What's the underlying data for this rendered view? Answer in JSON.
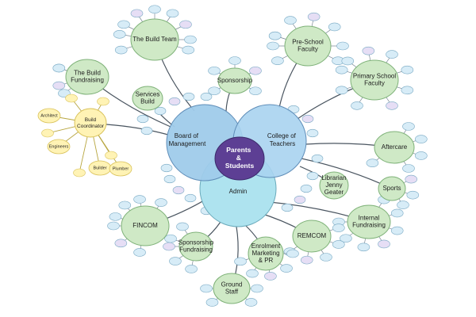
{
  "diagram": {
    "title": "",
    "center": {
      "label": "Parents & Students",
      "lines": [
        "Parents",
        "&",
        "Students"
      ]
    },
    "core": {
      "board": {
        "lines": [
          "Board of",
          "Management"
        ]
      },
      "college": {
        "lines": [
          "College of",
          "Teachers"
        ]
      },
      "admin": {
        "lines": [
          "Admin"
        ]
      }
    },
    "groups": [
      {
        "id": "build-team",
        "lines": [
          "The Build Team"
        ]
      },
      {
        "id": "build-fundraising",
        "lines": [
          "The Build",
          "Fundraising"
        ]
      },
      {
        "id": "services-build",
        "lines": [
          "Services",
          "Build"
        ]
      },
      {
        "id": "sponsorship",
        "lines": [
          "Sponsorship"
        ]
      },
      {
        "id": "preschool-faculty",
        "lines": [
          "Pre-School",
          "Faculty"
        ]
      },
      {
        "id": "primary-faculty",
        "lines": [
          "Primary School",
          "Faculty"
        ]
      },
      {
        "id": "aftercare",
        "lines": [
          "Aftercare"
        ]
      },
      {
        "id": "librarian",
        "lines": [
          "Librarian",
          "Jenny",
          "Geater"
        ]
      },
      {
        "id": "sports",
        "lines": [
          "Sports"
        ]
      },
      {
        "id": "internal-fundraising",
        "lines": [
          "Internal",
          "Fundraising"
        ]
      },
      {
        "id": "remcom",
        "lines": [
          "REMCOM"
        ]
      },
      {
        "id": "enrolment",
        "lines": [
          "Enrolment",
          "Marketing",
          "& PR"
        ]
      },
      {
        "id": "ground-staff",
        "lines": [
          "Ground",
          "Staff"
        ]
      },
      {
        "id": "sponsorship-fundraising",
        "lines": [
          "Sponsorship",
          "Fundraising"
        ]
      },
      {
        "id": "fincom",
        "lines": [
          "FINCOM"
        ]
      }
    ],
    "build_coordinator": {
      "lines": [
        "Build",
        "Coordinator"
      ],
      "sub": "",
      "satellites": [
        {
          "id": "architect",
          "lines": [
            "Architect"
          ]
        },
        {
          "id": "engineers",
          "lines": [
            "Engineers"
          ]
        },
        {
          "id": "builder",
          "lines": [
            "Builder"
          ]
        },
        {
          "id": "plumber",
          "lines": [
            "Plumber"
          ]
        }
      ]
    },
    "colors": {
      "green_fill": "#cfe9c6",
      "green_stroke": "#7fb279",
      "blue_fill": "#9fcbea",
      "blue_core": "#7fb0e0",
      "light_blue_small": "#d7ecf7",
      "lilac_small": "#e6def5",
      "yellow_fill": "#fff3b5",
      "yellow_stroke": "#d9c25a",
      "center_fill": "#5d3f94",
      "center_stroke": "#3b2a6b",
      "admin_fill": "#aee3ef"
    }
  }
}
